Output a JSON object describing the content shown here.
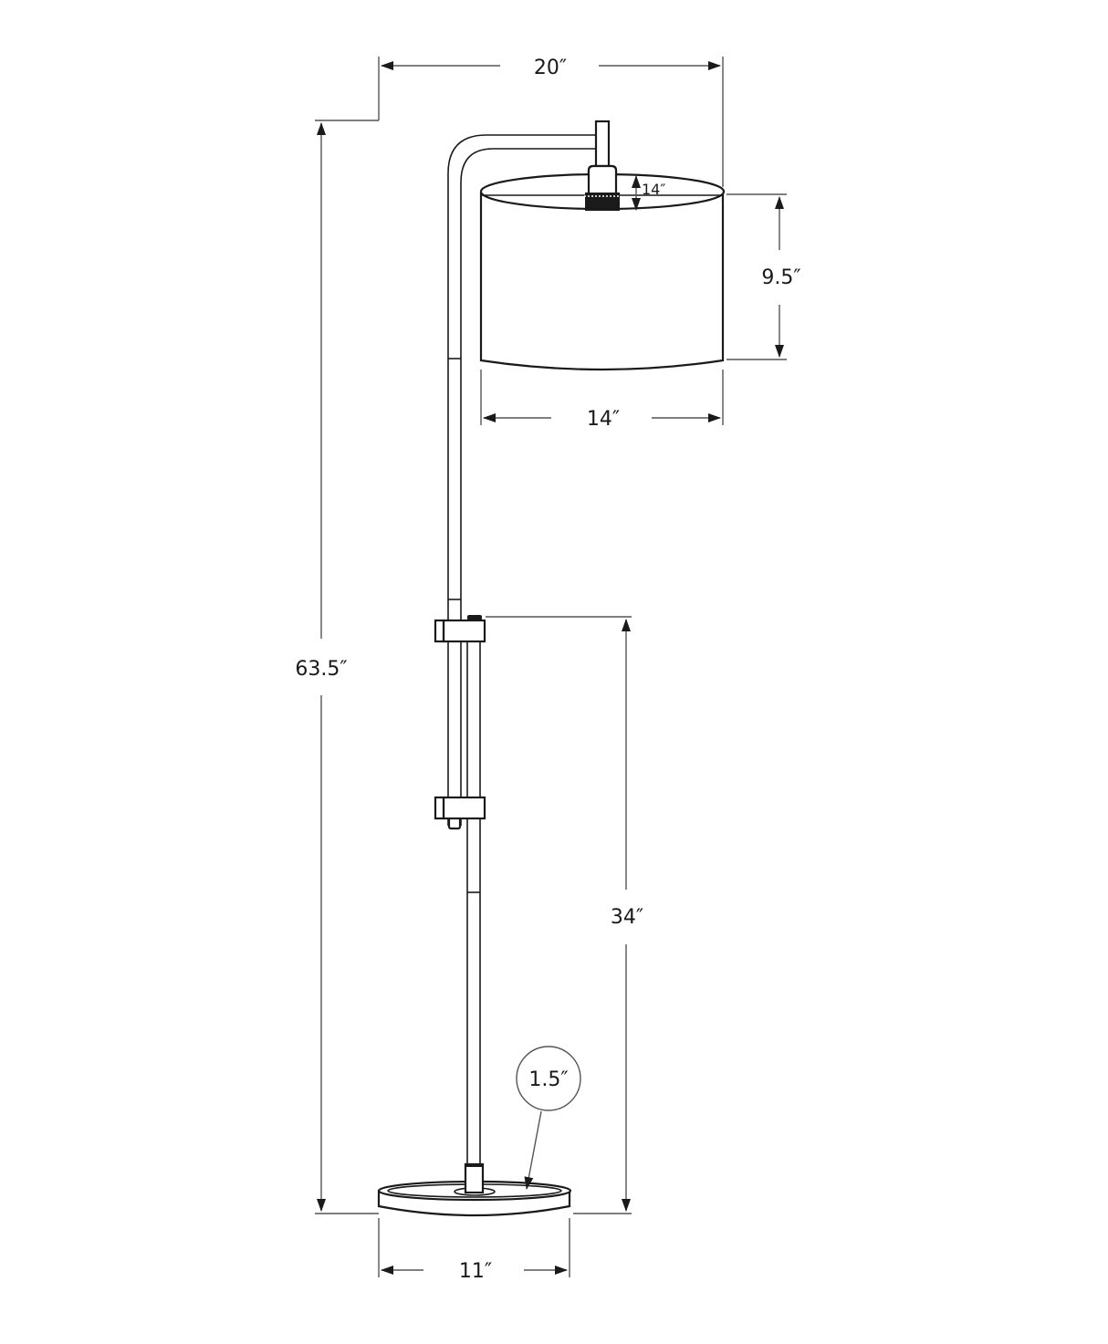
{
  "diagram": {
    "type": "product-dimension-drawing",
    "subject": "floor lamp with drum shade",
    "line_color": "#1a1a1a",
    "background": "#ffffff",
    "dimensions": {
      "overall_width": "20″",
      "overall_height": "63.5″",
      "shade_top_height": "14″",
      "shade_height": "9.5″",
      "shade_diameter": "14″",
      "adjustable_height": "34″",
      "base_thickness": "1.5″",
      "base_diameter": "11″"
    }
  }
}
